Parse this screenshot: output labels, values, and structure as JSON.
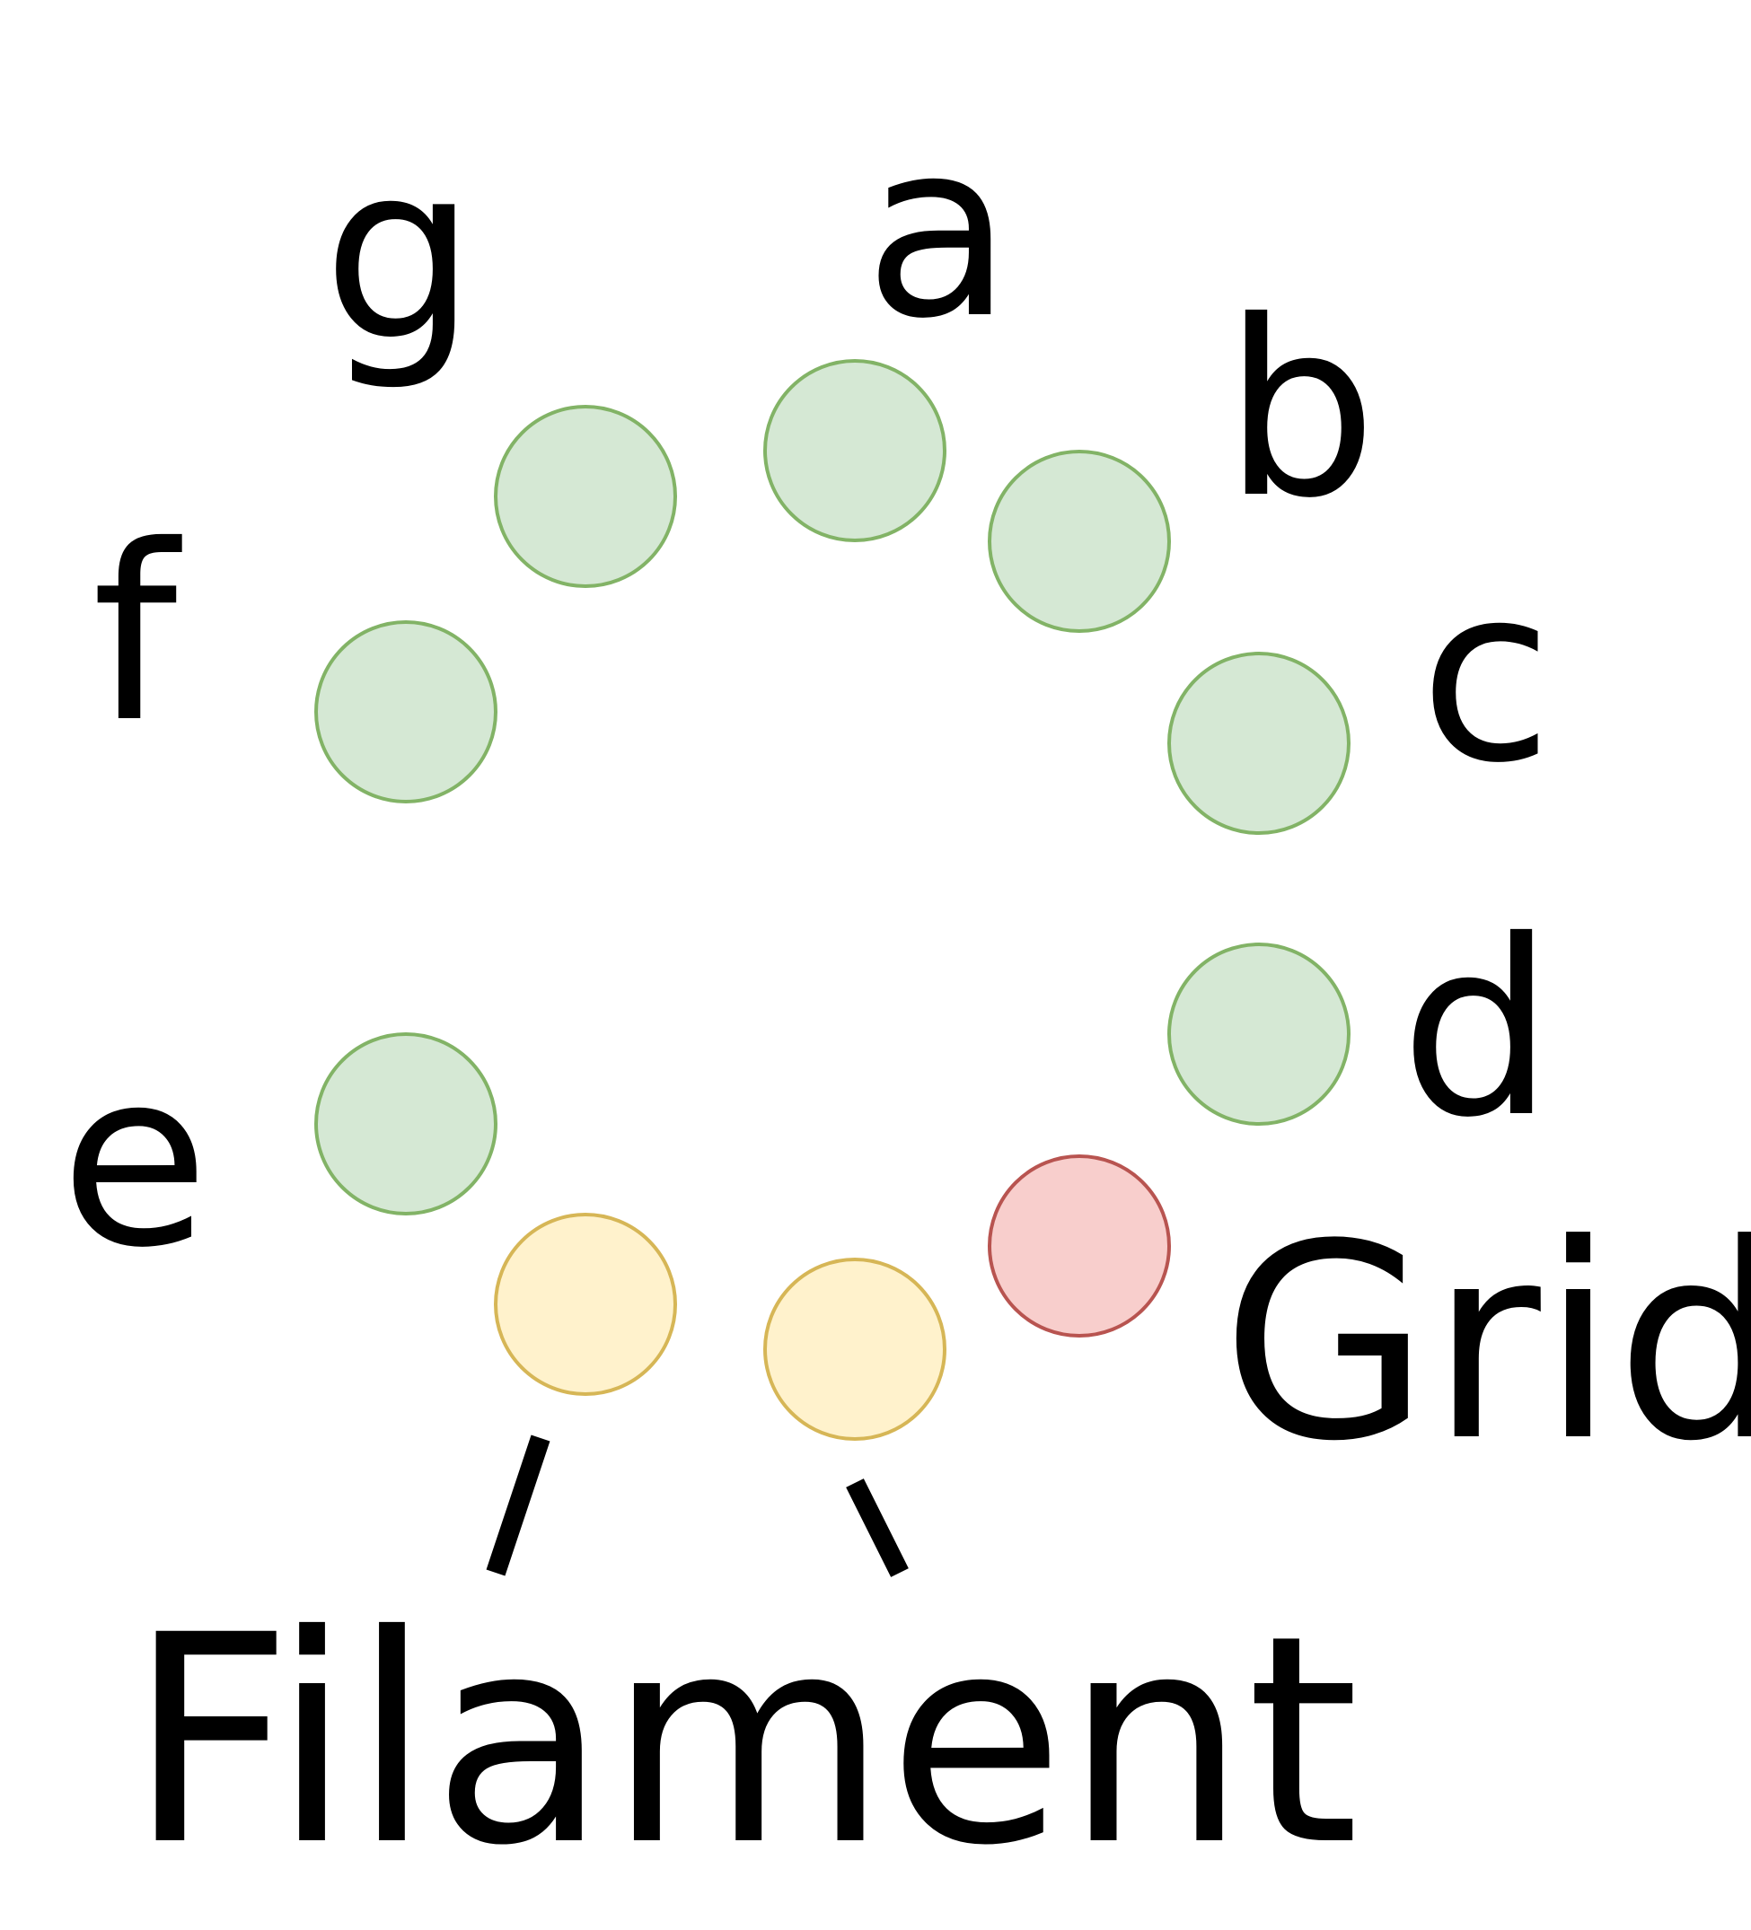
{
  "colors": {
    "green_fill": "#d5e8d4",
    "green_stroke": "#82b366",
    "yellow_fill": "#fff2cc",
    "yellow_stroke": "#d6b656",
    "red_fill": "#f8cecc",
    "red_stroke": "#b85450"
  },
  "labels": {
    "a": "a",
    "b": "b",
    "c": "c",
    "d": "d",
    "e": "e",
    "f": "f",
    "g": "g",
    "grid": "Grid",
    "filament": "Filament"
  }
}
